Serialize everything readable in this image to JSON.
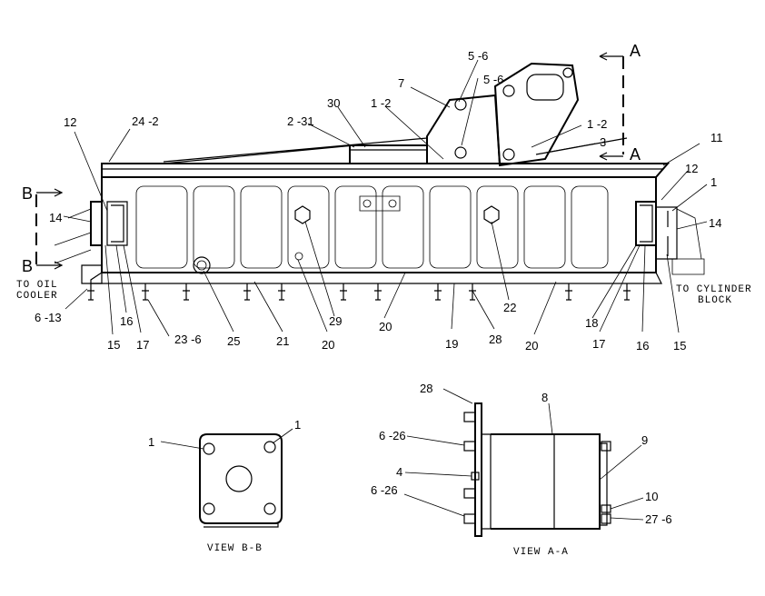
{
  "callouts": [
    {
      "id": "c-12-left",
      "text": "12"
    },
    {
      "id": "c-24-2",
      "text": "24 -2"
    },
    {
      "id": "c-2-31",
      "text": "2 -31"
    },
    {
      "id": "c-30",
      "text": "30"
    },
    {
      "id": "c-1-2-top",
      "text": "1 -2"
    },
    {
      "id": "c-7",
      "text": "7"
    },
    {
      "id": "c-5-6-a",
      "text": "5 -6"
    },
    {
      "id": "c-5-6-b",
      "text": "5 -6"
    },
    {
      "id": "c-1-2-right",
      "text": "1 -2"
    },
    {
      "id": "c-3",
      "text": "3"
    },
    {
      "id": "c-11",
      "text": "11"
    },
    {
      "id": "c-12-right",
      "text": "12"
    },
    {
      "id": "c-1-right",
      "text": "1"
    },
    {
      "id": "c-14-right",
      "text": "14"
    },
    {
      "id": "c-14-left",
      "text": "14"
    },
    {
      "id": "c-6-13",
      "text": "6 -13"
    },
    {
      "id": "c-15-left",
      "text": "15"
    },
    {
      "id": "c-16-left",
      "text": "16"
    },
    {
      "id": "c-17-left",
      "text": "17"
    },
    {
      "id": "c-23-6",
      "text": "23 -6"
    },
    {
      "id": "c-25",
      "text": "25"
    },
    {
      "id": "c-21",
      "text": "21"
    },
    {
      "id": "c-20-a",
      "text": "20"
    },
    {
      "id": "c-29",
      "text": "29"
    },
    {
      "id": "c-20-b",
      "text": "20"
    },
    {
      "id": "c-19",
      "text": "19"
    },
    {
      "id": "c-28-main",
      "text": "28"
    },
    {
      "id": "c-22",
      "text": "22"
    },
    {
      "id": "c-20-c",
      "text": "20"
    },
    {
      "id": "c-18",
      "text": "18"
    },
    {
      "id": "c-17-right",
      "text": "17"
    },
    {
      "id": "c-16-right",
      "text": "16"
    },
    {
      "id": "c-15-right",
      "text": "15"
    },
    {
      "id": "c-28-view",
      "text": "28"
    },
    {
      "id": "c-8",
      "text": "8"
    },
    {
      "id": "c-9",
      "text": "9"
    },
    {
      "id": "c-6-26-a",
      "text": "6 -26"
    },
    {
      "id": "c-4",
      "text": "4"
    },
    {
      "id": "c-6-26-b",
      "text": "6 -26"
    },
    {
      "id": "c-10",
      "text": "10"
    },
    {
      "id": "c-27-6",
      "text": "27 -6"
    },
    {
      "id": "c-1-bb-left",
      "text": "1"
    },
    {
      "id": "c-1-bb-right",
      "text": "1"
    }
  ],
  "notes": {
    "to_oil_cooler_1": "TO OIL",
    "to_oil_cooler_2": "COOLER",
    "to_cylinder_block_1": "TO CYLINDER",
    "to_cylinder_block_2": "BLOCK"
  },
  "section_markers": {
    "a_top": "A",
    "a_bottom": "A",
    "b_top": "B",
    "b_bottom": "B"
  },
  "views": {
    "view_bb": "VIEW B-B",
    "view_aa": "VIEW A-A"
  }
}
